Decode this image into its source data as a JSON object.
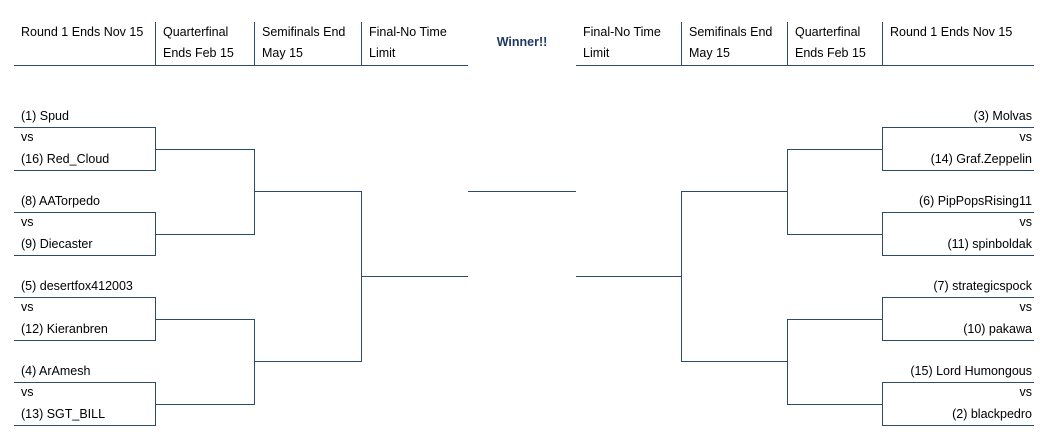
{
  "header": {
    "left": [
      {
        "line1": "Round 1 Ends Nov 15",
        "line2": ""
      },
      {
        "line1": "Quarterfinal",
        "line2": "Ends Feb 15"
      },
      {
        "line1": "Semifinals End",
        "line2": "May 15"
      },
      {
        "line1": "Final-No Time",
        "line2": "Limit"
      }
    ],
    "winner": "Winner!!",
    "right": [
      {
        "line1": "Final-No Time",
        "line2": "Limit"
      },
      {
        "line1": "Semifinals End",
        "line2": "May 15"
      },
      {
        "line1": "Quarterfinal",
        "line2": "Ends Feb 15"
      },
      {
        "line1": "Round 1 Ends Nov 15",
        "line2": ""
      }
    ]
  },
  "vs_label": "vs",
  "left_matches": [
    {
      "top": "(1) Spud",
      "bottom": "(16) Red_Cloud"
    },
    {
      "top": "(8) AATorpedo",
      "bottom": "(9) Diecaster"
    },
    {
      "top": "(5) desertfox412003",
      "bottom": "(12) Kieranbren"
    },
    {
      "top": "(4) ArAmesh",
      "bottom": "(13) SGT_BILL"
    }
  ],
  "right_matches": [
    {
      "top": "(3) Molvas",
      "bottom": "(14) Graf.Zeppelin"
    },
    {
      "top": "(6) PipPopsRising11",
      "bottom": "(11) spinboldak"
    },
    {
      "top": "(7) strategicspock",
      "bottom": "(10) pakawa"
    },
    {
      "top": "(15) Lord Humongous",
      "bottom": "(2) blackpedro"
    }
  ],
  "colors": {
    "bracket_line": "#2e4a6b",
    "winner_text": "#1f3864"
  }
}
